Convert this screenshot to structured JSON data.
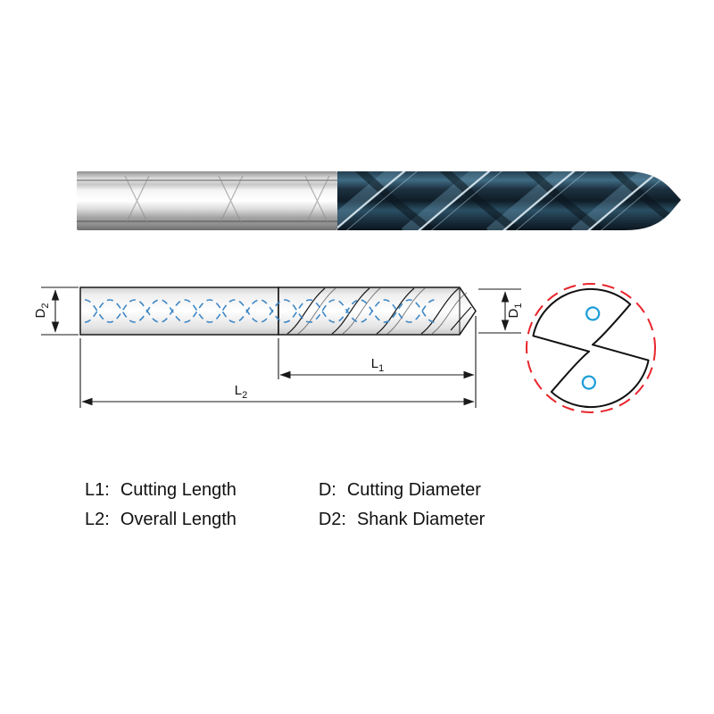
{
  "diagram": {
    "labels": {
      "d2": {
        "main": "D",
        "sub": "2"
      },
      "d1": {
        "main": "D",
        "sub": "1"
      },
      "l1": {
        "main": "L",
        "sub": "1"
      },
      "l2": {
        "main": "L",
        "sub": "2"
      }
    },
    "colors": {
      "outline": "#1a1a1a",
      "coolant_blue": "#3f87c5",
      "endview_red": "#e8252c",
      "hole_blue": "#1a9cd8"
    }
  },
  "legend": {
    "rows": [
      [
        {
          "key": "L1:",
          "value": "Cutting Length"
        },
        {
          "key": "D:",
          "value": "Cutting Diameter"
        }
      ],
      [
        {
          "key": "L2:",
          "value": "Overall Length"
        },
        {
          "key": "D2:",
          "value": "Shank Diameter"
        }
      ]
    ]
  }
}
